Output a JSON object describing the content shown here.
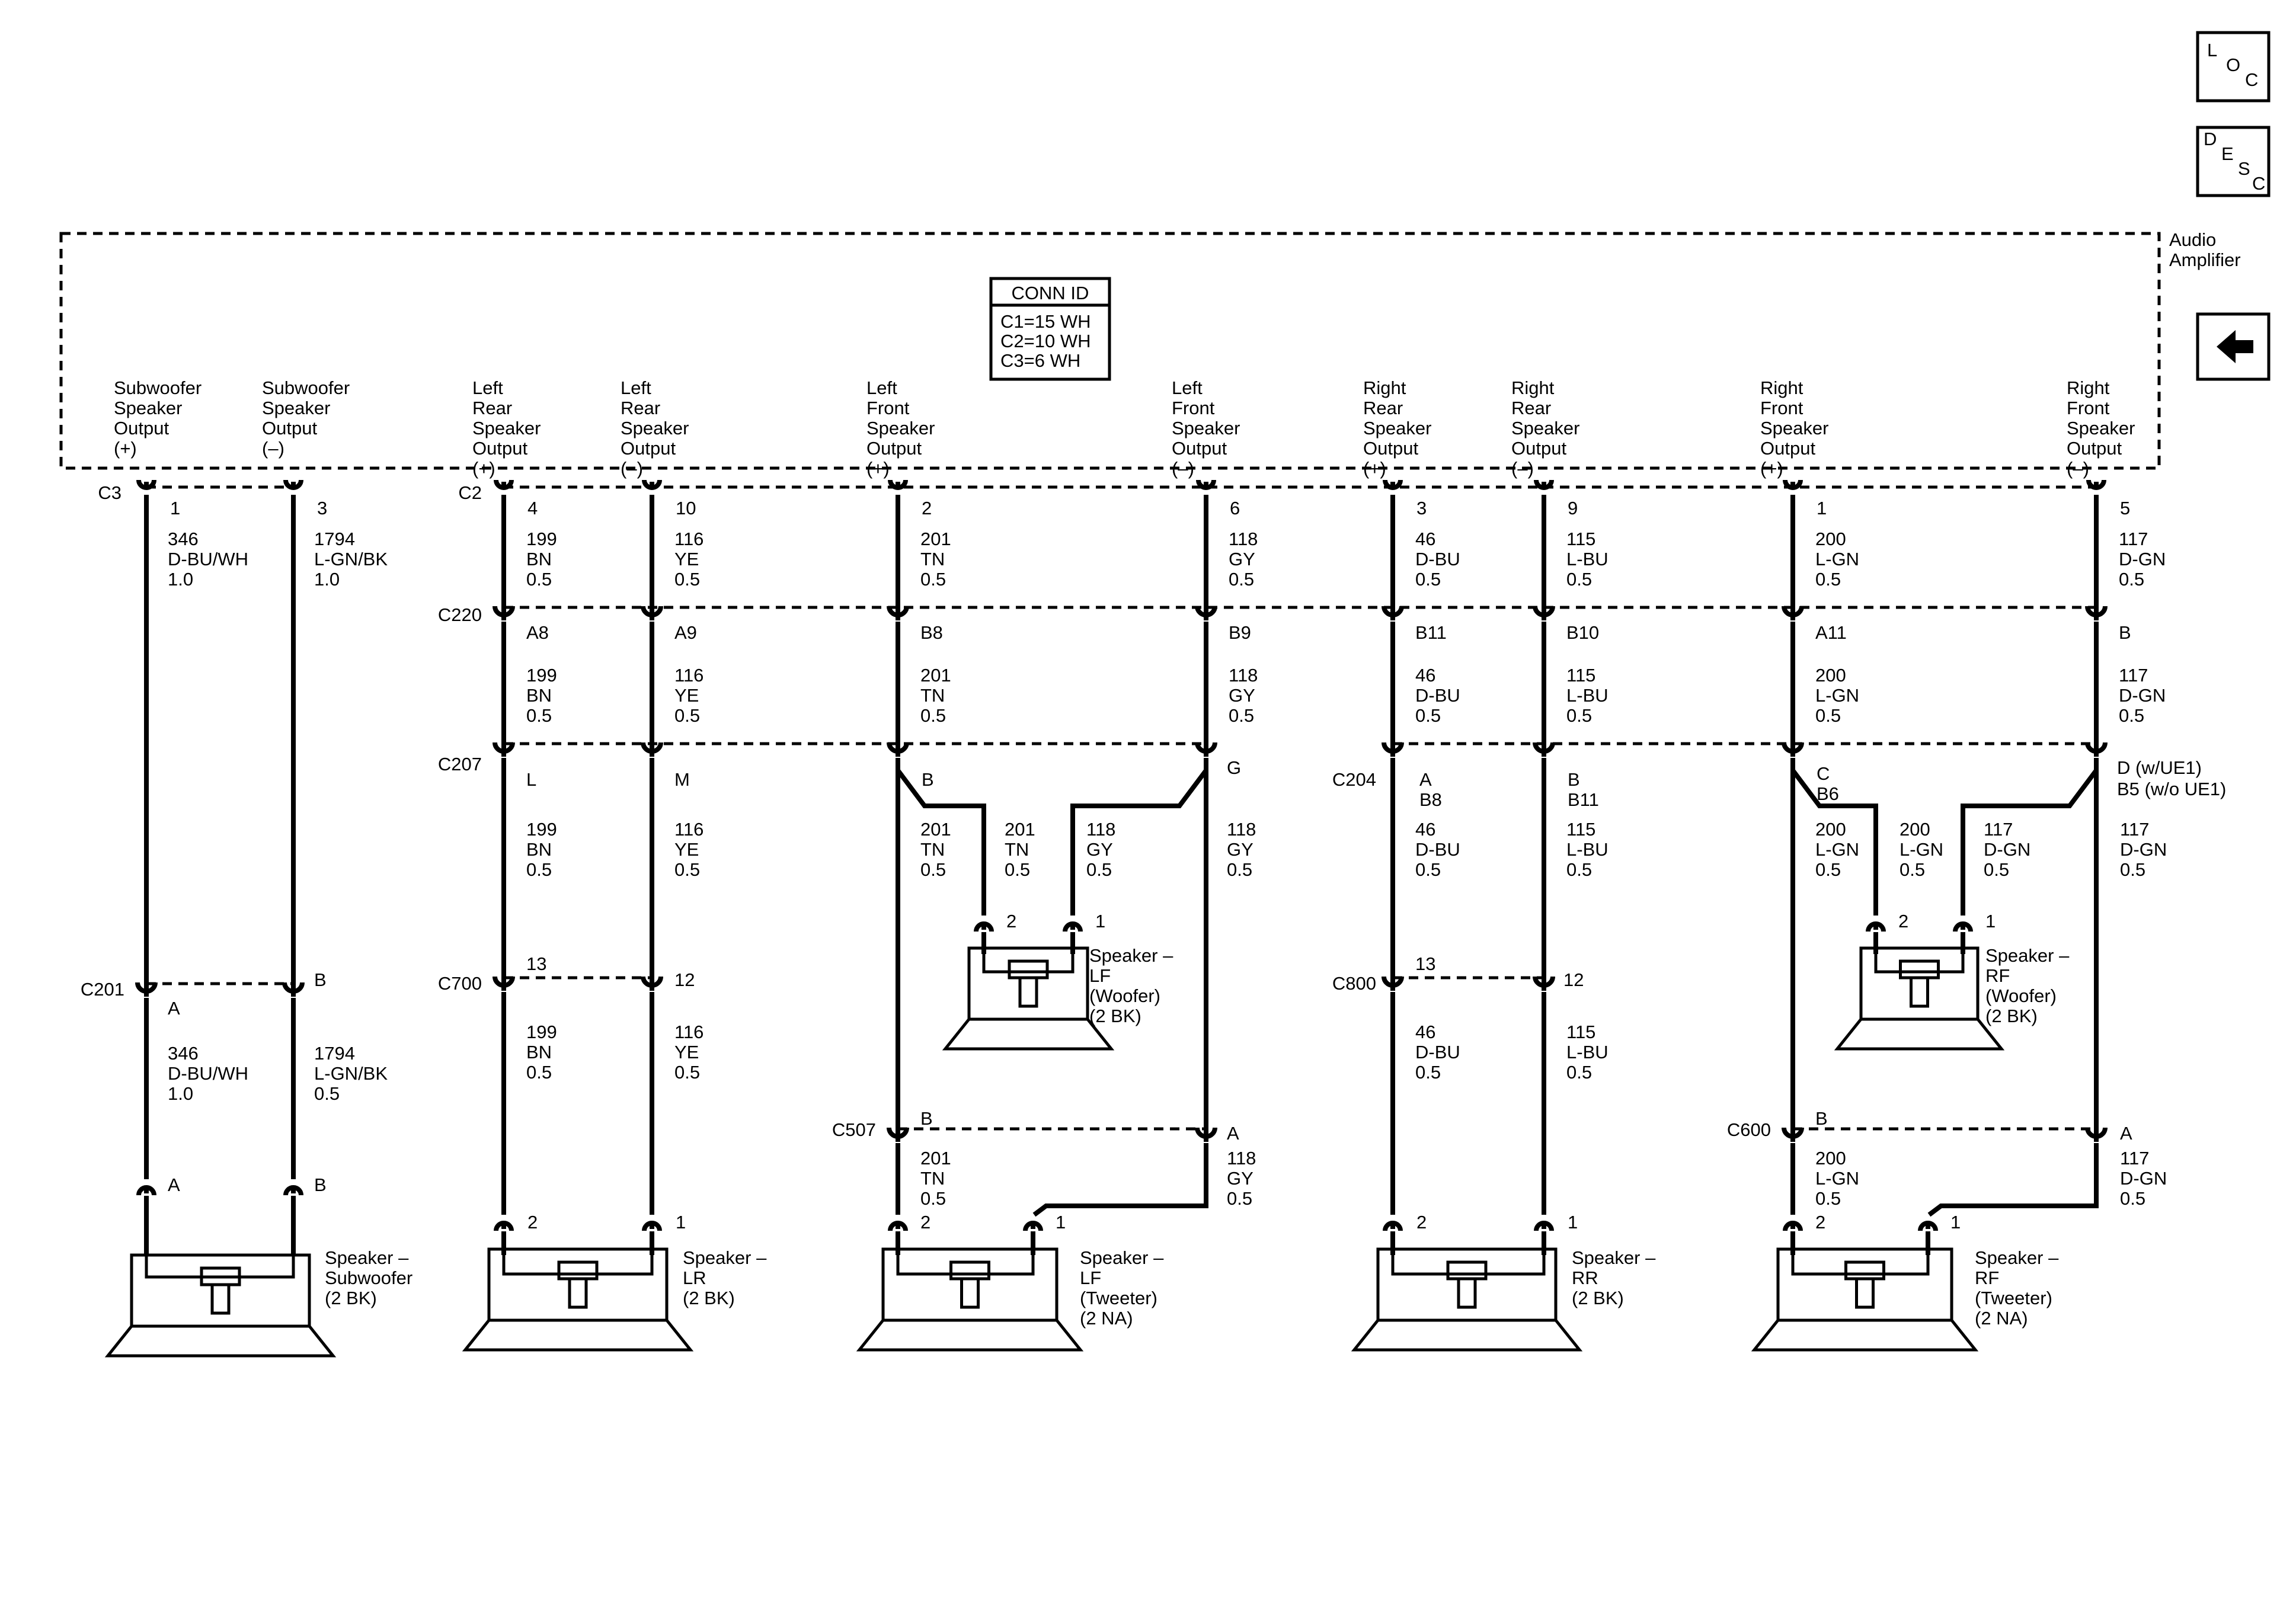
{
  "nav": {
    "loc": [
      "L",
      "O",
      "C"
    ],
    "desc": [
      "D",
      "E",
      "S",
      "C"
    ],
    "back_icon": "left-arrow-icon"
  },
  "amplifier": {
    "title": [
      "Audio",
      "Amplifier"
    ],
    "conn_id": {
      "title": "CONN ID",
      "lines": [
        "C1=15 WH",
        "C2=10 WH",
        "C3=6 WH"
      ]
    }
  },
  "outputs": [
    {
      "lines": [
        "Subwoofer",
        "Speaker",
        "Output",
        "(+)"
      ]
    },
    {
      "lines": [
        "Subwoofer",
        "Speaker",
        "Output",
        "(–)"
      ]
    },
    {
      "lines": [
        "Left",
        "Rear",
        "Speaker",
        "Output",
        "(+)"
      ]
    },
    {
      "lines": [
        "Left",
        "Rear",
        "Speaker",
        "Output",
        "(–)"
      ]
    },
    {
      "lines": [
        "Left",
        "Front",
        "Speaker",
        "Output",
        "(+)"
      ]
    },
    {
      "lines": [
        "Left",
        "Front",
        "Speaker",
        "Output",
        "(–)"
      ]
    },
    {
      "lines": [
        "Right",
        "Rear",
        "Speaker",
        "Output",
        "(+)"
      ]
    },
    {
      "lines": [
        "Right",
        "Rear",
        "Speaker",
        "Output",
        "(–)"
      ]
    },
    {
      "lines": [
        "Right",
        "Front",
        "Speaker",
        "Output",
        "(+)"
      ]
    },
    {
      "lines": [
        "Right",
        "Front",
        "Speaker",
        "Output",
        "(–)"
      ]
    }
  ],
  "connectors": {
    "C3": "C3",
    "C2": "C2",
    "C220": "C220",
    "C207": "C207",
    "C204": "C204",
    "C201": "C201",
    "C700": "C700",
    "C800": "C800",
    "C507": "C507",
    "C600": "C600"
  },
  "pins": {
    "amp": [
      "1",
      "3",
      "4",
      "10",
      "2",
      "6",
      "3",
      "9",
      "1",
      "5"
    ],
    "c220": [
      "A8",
      "A9",
      "B8",
      "B9",
      "B11",
      "B10",
      "A11",
      "B"
    ],
    "c207": [
      "L",
      "M",
      "B",
      "G"
    ],
    "c204": [
      [
        "A",
        "B8"
      ],
      [
        "B",
        "B11"
      ],
      [
        "C",
        "B6"
      ],
      [
        "D (w/UE1)",
        "B5 (w/o UE1)"
      ]
    ],
    "c201": [
      "A",
      "B"
    ],
    "c700": [
      "13",
      "12"
    ],
    "c800": [
      "13",
      "12"
    ],
    "c507": [
      "B",
      "A"
    ],
    "c600": [
      "B",
      "A"
    ],
    "sub_speaker": [
      "A",
      "B"
    ],
    "speaker": [
      "2",
      "1"
    ]
  },
  "wires": {
    "sub1_a": [
      "346",
      "D-BU/WH",
      "1.0"
    ],
    "sub2_a": [
      "1794",
      "L-GN/BK",
      "1.0"
    ],
    "sub1_b": [
      "346",
      "D-BU/WH",
      "1.0"
    ],
    "sub2_b": [
      "1794",
      "L-GN/BK",
      "0.5"
    ],
    "lr_pos": [
      "199",
      "BN",
      "0.5"
    ],
    "lr_neg": [
      "116",
      "YE",
      "0.5"
    ],
    "lf_pos": [
      "201",
      "TN",
      "0.5"
    ],
    "lf_neg": [
      "118",
      "GY",
      "0.5"
    ],
    "rr_pos": [
      "46",
      "D-BU",
      "0.5"
    ],
    "rr_neg": [
      "115",
      "L-BU",
      "0.5"
    ],
    "rf_pos": [
      "200",
      "L-GN",
      "0.5"
    ],
    "rf_neg": [
      "117",
      "D-GN",
      "0.5"
    ]
  },
  "speakers": {
    "sub": [
      "Speaker –",
      "Subwoofer",
      "(2 BK)"
    ],
    "lr": [
      "Speaker –",
      "LR",
      "(2 BK)"
    ],
    "lf_tweeter": [
      "Speaker –",
      "LF",
      "(Tweeter)",
      "(2 NA)"
    ],
    "lf_woofer": [
      "Speaker –",
      "LF",
      "(Woofer)",
      "(2 BK)"
    ],
    "rr": [
      "Speaker –",
      "RR",
      "(2 BK)"
    ],
    "rf_tweeter": [
      "Speaker –",
      "RF",
      "(Tweeter)",
      "(2 NA)"
    ],
    "rf_woofer": [
      "Speaker –",
      "RF",
      "(Woofer)",
      "(2 BK)"
    ]
  }
}
